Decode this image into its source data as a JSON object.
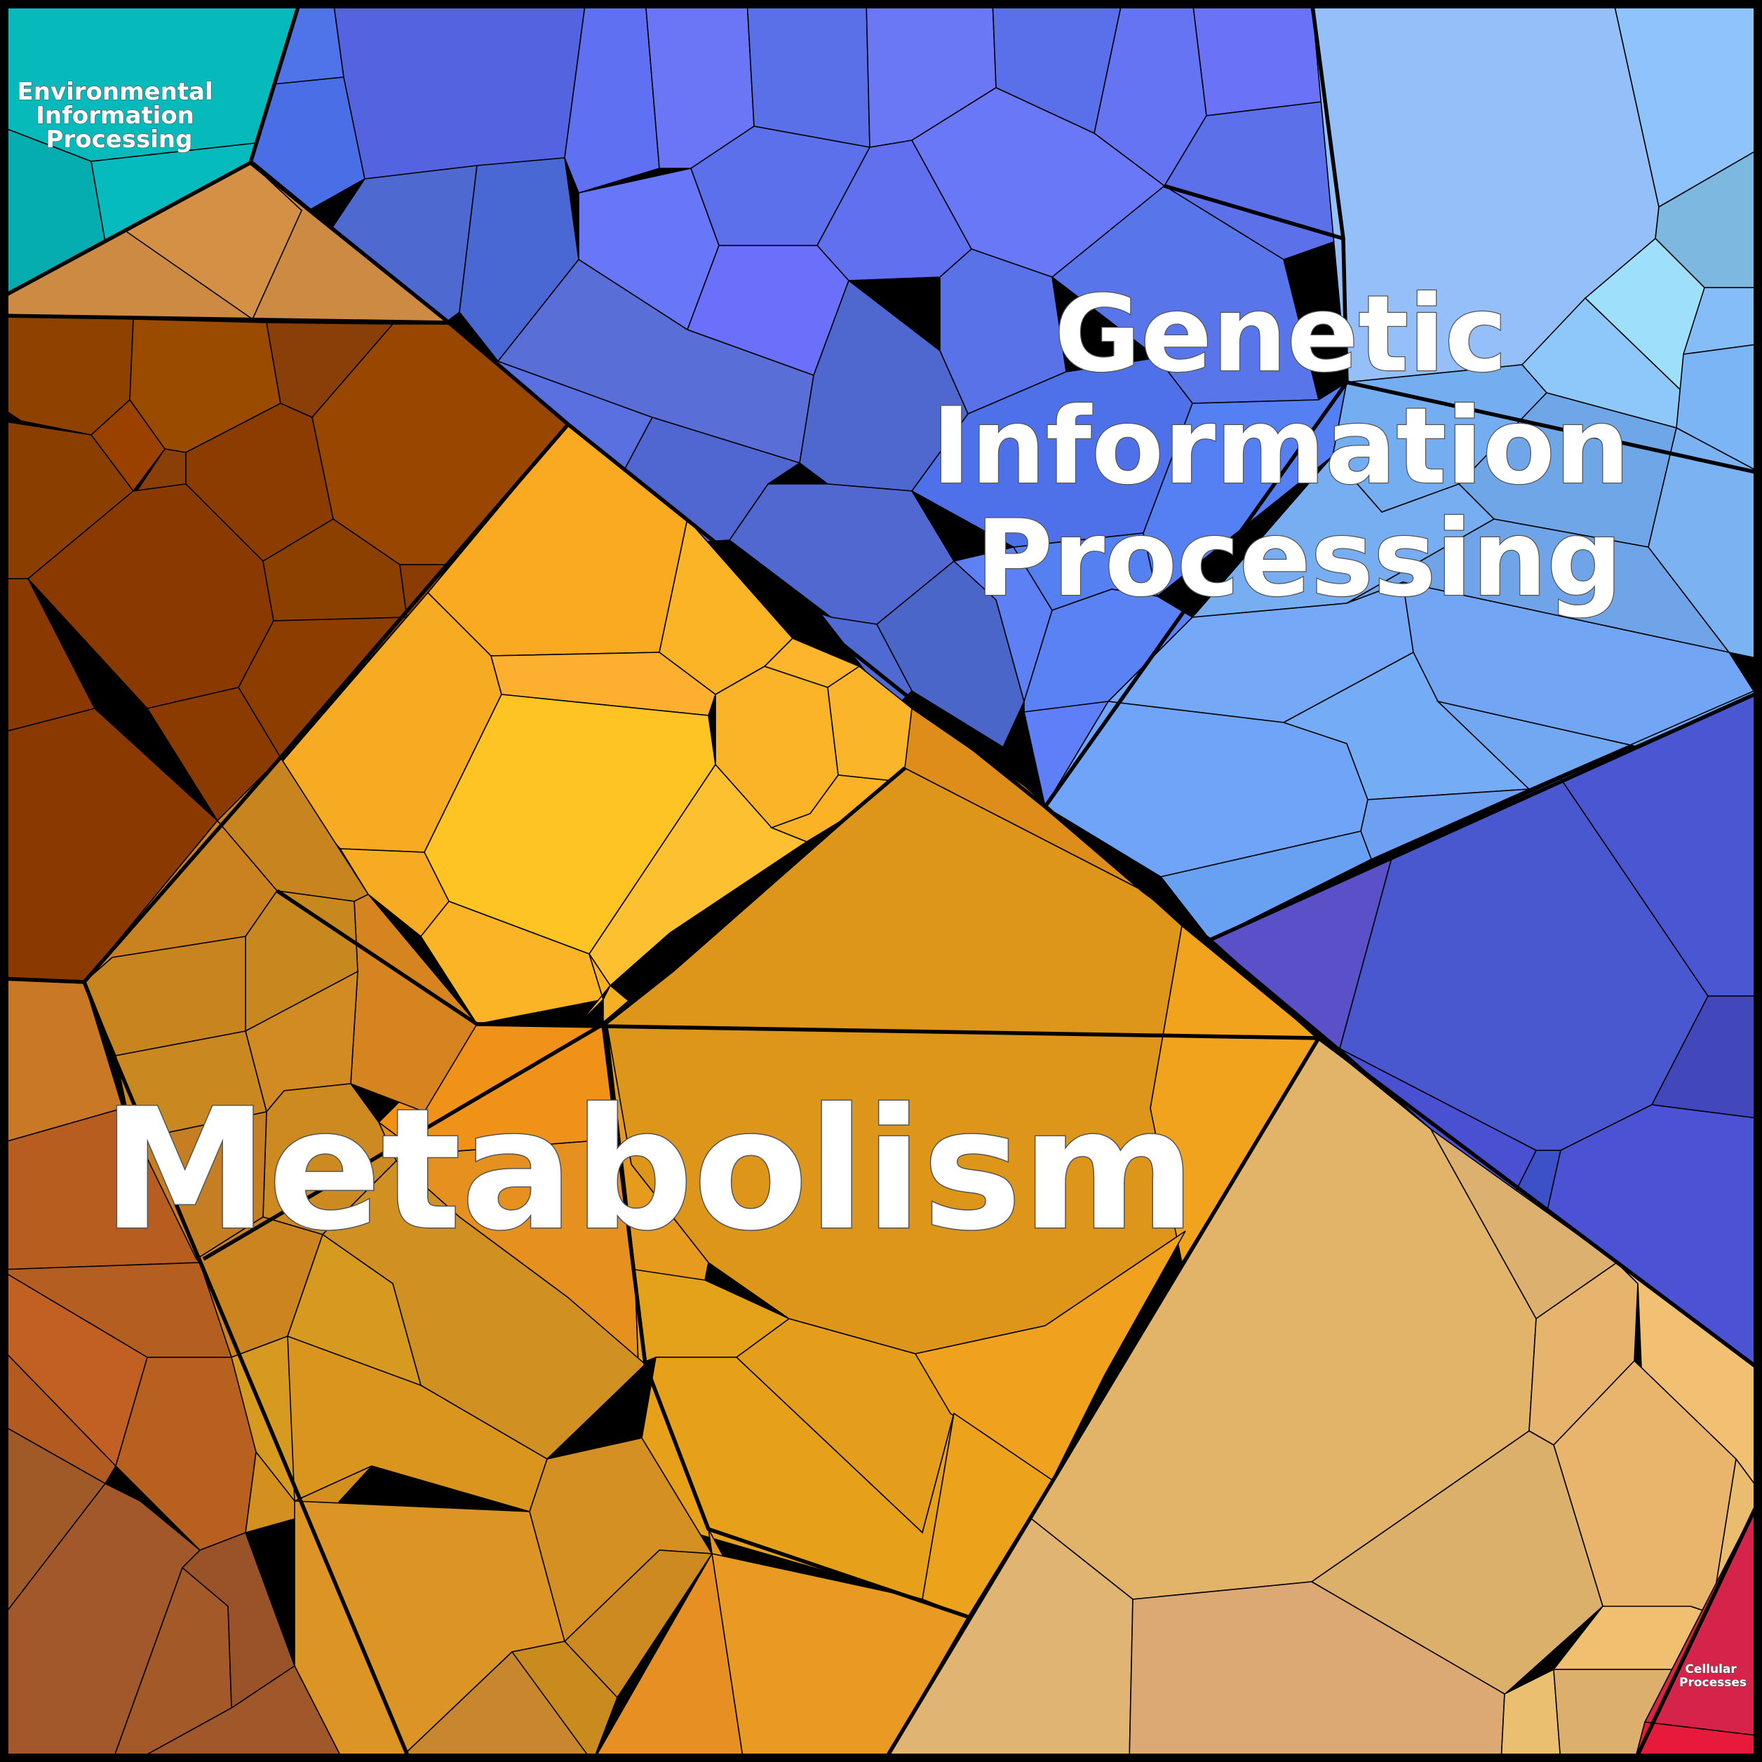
{
  "labels": {
    "environmental": [
      "Environmental",
      "Information",
      "Processing"
    ],
    "genetic": [
      "Genetic",
      "Information",
      "Processing"
    ],
    "metabolism": "Metabolism",
    "cellular": [
      "Cellular",
      "Processes"
    ]
  },
  "colors": {
    "environmental": "#05b5b8",
    "genetic_dark": "#5060e0",
    "genetic_light": "#8ab4f5",
    "metabolism_brown": "#8a3c02",
    "metabolism_orange": "#f0a020",
    "metabolism_tan": "#e2b46a",
    "cellular": "#d8203f"
  }
}
